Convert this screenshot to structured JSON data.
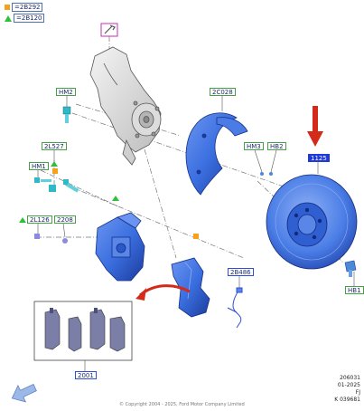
{
  "legend": [
    {
      "symbol": "square",
      "color": "#f4a21a",
      "label": "=2B292"
    },
    {
      "symbol": "triangle",
      "color": "#2fbf3a",
      "label": "=2B120"
    }
  ],
  "callouts": {
    "hm2": "HM2",
    "c2c028": "2C028",
    "hm3": "HM3",
    "hb2": "HB2",
    "disc": "1125",
    "l527": "2L527",
    "hm1": "HM1",
    "l126": "2L126",
    "c2208": "2208",
    "b486": "2B486",
    "hb1": "HB1",
    "c2001": "2001"
  },
  "footer": {
    "line1": "206031",
    "line2": "01-2025",
    "line3": "FJ",
    "line4": "K 039681"
  },
  "copyright": "© Copyright 2004 - 2025, Ford Motor Company Limited",
  "colors": {
    "part_blue": "#3b6fe0",
    "part_dark": "#1c3b9c",
    "arrow_red": "#d42a1a",
    "leader_gray": "#777777"
  }
}
